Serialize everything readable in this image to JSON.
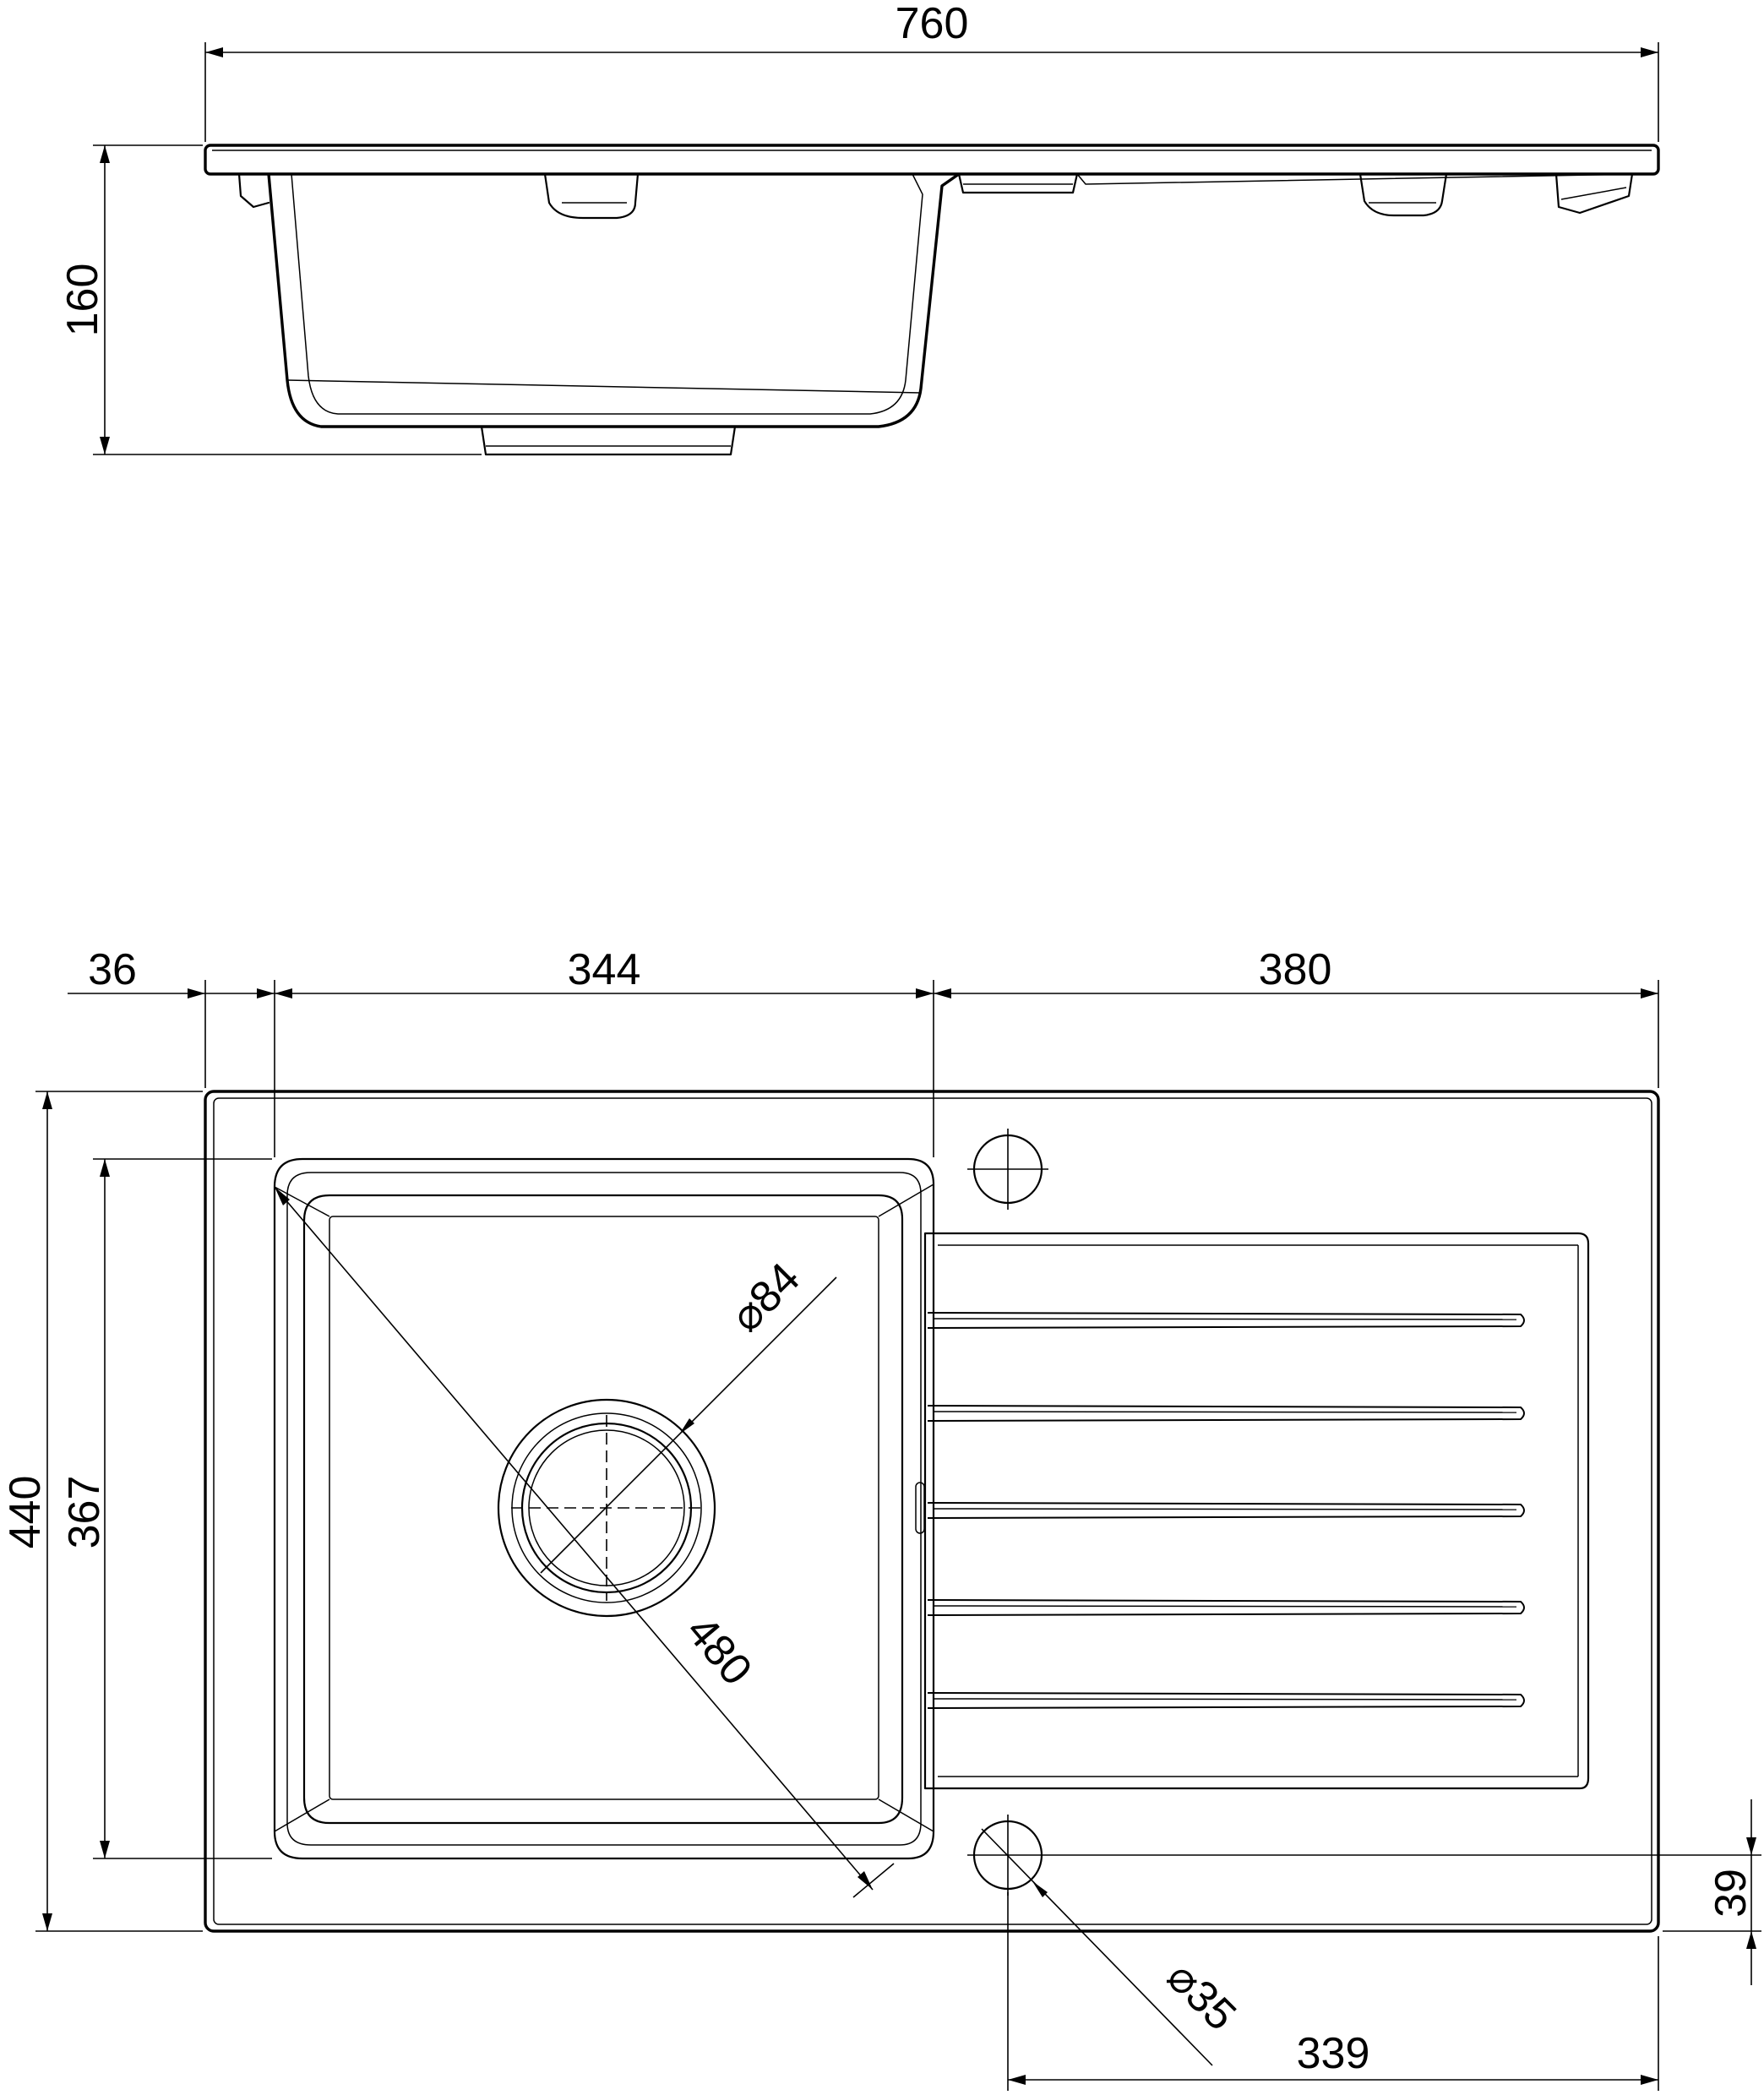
{
  "dimensions": {
    "overall_width": "760",
    "depth": "160",
    "left_margin": "36",
    "bowl_width": "344",
    "drainer_width": "380",
    "overall_length": "440",
    "bowl_length": "367",
    "bowl_diagonal": "480",
    "waste_diameter": "84",
    "tap_hole_diameter": "35",
    "tap_hole_offset": "39",
    "tap_hole_distance": "339"
  },
  "symbols": {
    "diameter": "⌀"
  }
}
